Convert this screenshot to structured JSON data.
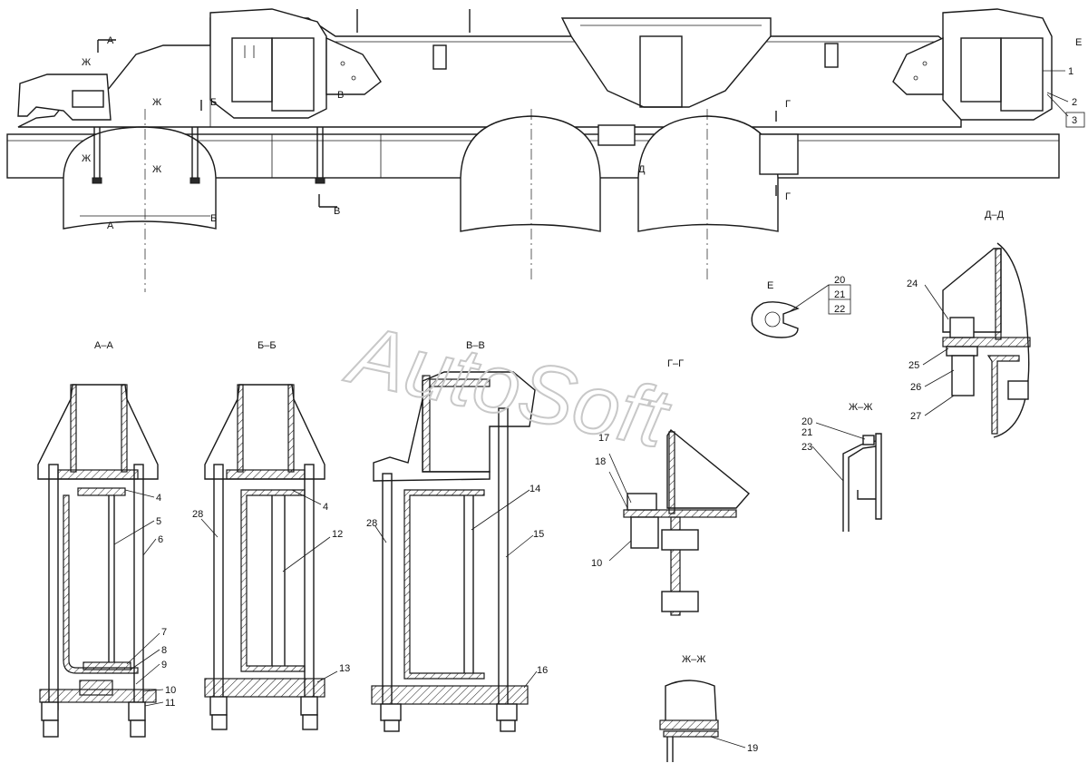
{
  "watermark": "AutoSoft",
  "section_titles": {
    "aa": "А–А",
    "bb": "Б–Б",
    "vv": "В–В",
    "gg": "Г–Г",
    "dd": "Д–Д",
    "zhzh": "Ж–Ж",
    "zhzh2": "Ж–Ж",
    "e": "Е"
  },
  "cut_letters": {
    "a": "А",
    "b": "Б",
    "v": "В",
    "g": "Г",
    "d": "Д",
    "e": "Е",
    "zh": "Ж"
  },
  "callouts": {
    "c1": "1",
    "c2": "2",
    "c3": "3",
    "c4": "4",
    "c5": "5",
    "c6": "6",
    "c7": "7",
    "c8": "8",
    "c9": "9",
    "c10": "10",
    "c11": "11",
    "c12": "12",
    "c13": "13",
    "c14": "14",
    "c15": "15",
    "c16": "16",
    "c17": "17",
    "c18": "18",
    "c19": "19",
    "c20": "20",
    "c21": "21",
    "c22": "22",
    "c23": "23",
    "c24": "24",
    "c25": "25",
    "c26": "26",
    "c27": "27",
    "c28": "28"
  }
}
